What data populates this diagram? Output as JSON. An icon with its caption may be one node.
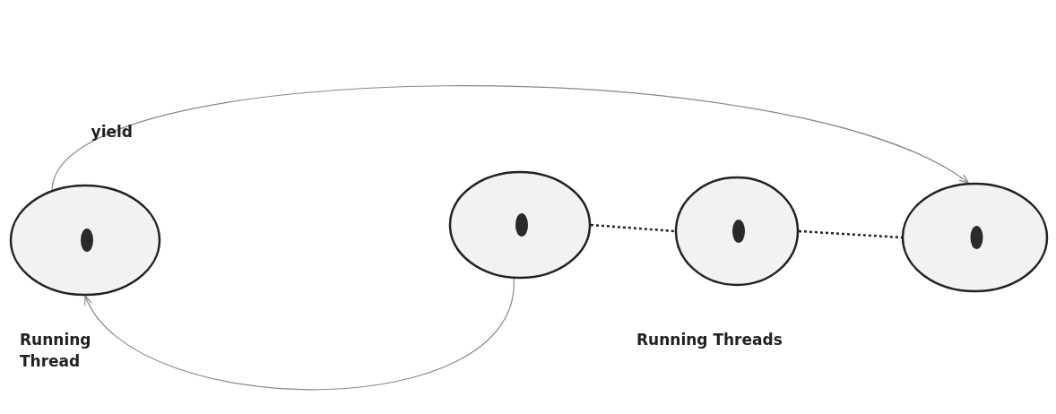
{
  "diagram": {
    "nodes": [
      {
        "text": [],
        "shape": "circle",
        "beside": [
          "Running Thread"
        ]
      },
      {
        "text": [],
        "shape": "circle"
      },
      {
        "text": [],
        "shape": "circle"
      },
      {
        "text": [],
        "shape": "circle"
      }
    ],
    "edges": [
      {
        "from": 0,
        "to": 3,
        "arrow": "to",
        "label": "yield"
      },
      {
        "from": 1,
        "to": 0,
        "arrow": "to"
      },
      {
        "from": 1,
        "to": 2,
        "arrow": "none",
        "style": "dashed",
        "color": "#222222"
      },
      {
        "from": 2,
        "to": 3,
        "arrow": "none",
        "style": "dashed",
        "color": "#222222"
      }
    ],
    "labels": [
      "Running Threads"
    ]
  }
}
